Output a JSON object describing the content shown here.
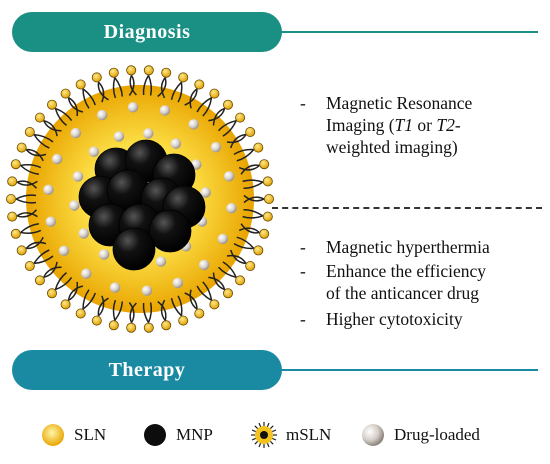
{
  "sections": {
    "diagnosis": {
      "label": "Diagnosis"
    },
    "therapy": {
      "label": "Therapy"
    }
  },
  "diagnosis_items": [
    {
      "bullet": "-",
      "line1": "Magnetic Resonance",
      "line2a": "Imaging (",
      "line2b": "T1",
      "line2c": " or ",
      "line2d": "T2",
      "line2e": "-",
      "line3": "weighted imaging)"
    }
  ],
  "therapy_items": [
    {
      "bullet": "-",
      "line1": "Magnetic hyperthermia"
    },
    {
      "bullet": "-",
      "line1": "Enhance the efficiency",
      "line2": "of the anticancer drug"
    },
    {
      "bullet": "-",
      "line1": "Higher cytotoxicity"
    }
  ],
  "legend": [
    {
      "label": "SLN",
      "icon": "sln-icon"
    },
    {
      "label": "MNP",
      "icon": "mnp-icon"
    },
    {
      "label": "mSLN",
      "icon": "msln-icon"
    },
    {
      "label": "Drug-loaded",
      "icon": "drug-icon"
    }
  ],
  "colors": {
    "diagnosis_banner": "#1a8f83",
    "therapy_banner": "#1a8aa3",
    "sln_core": "#fde24a",
    "sln_edge": "#e9a400",
    "mnp": "#0d0d0d",
    "drug": "#cfc7c2"
  }
}
